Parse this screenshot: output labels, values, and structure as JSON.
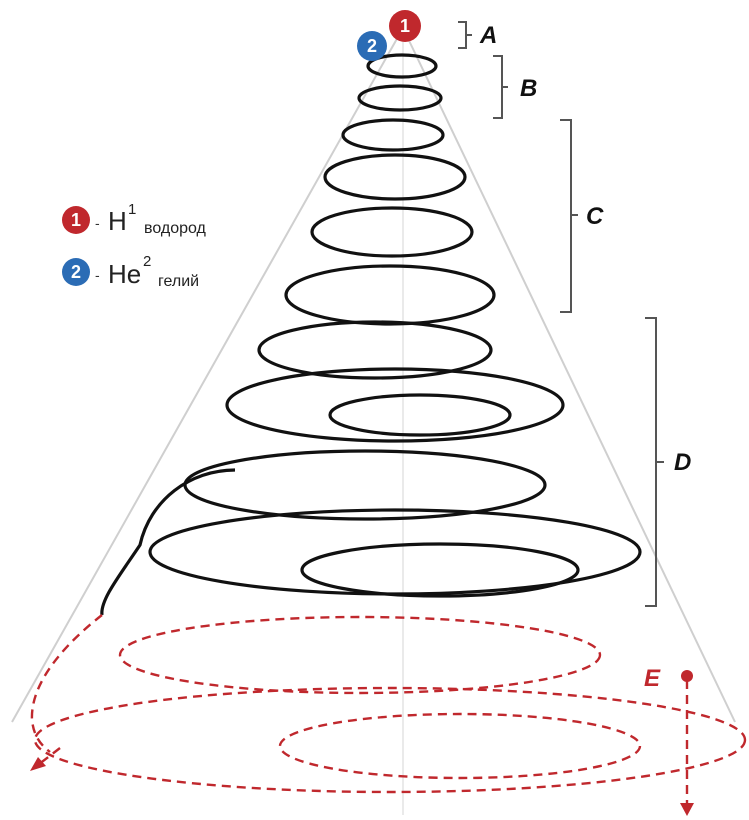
{
  "sections": {
    "a": "A",
    "b": "B",
    "c": "C",
    "d": "D",
    "e": "E"
  },
  "markers": {
    "one": "1",
    "two": "2"
  },
  "legend": {
    "items": [
      {
        "num": "1",
        "color": "#c0282d",
        "dash": "-",
        "symbol": "H",
        "sup": "1",
        "name": "водород"
      },
      {
        "num": "2",
        "color": "#2b6cb5",
        "dash": "-",
        "symbol": "He",
        "sup": "2",
        "name": "гелий"
      }
    ]
  },
  "colors": {
    "spiral": "#111111",
    "future": "#c0282d",
    "cone": "#d0d0d0"
  }
}
